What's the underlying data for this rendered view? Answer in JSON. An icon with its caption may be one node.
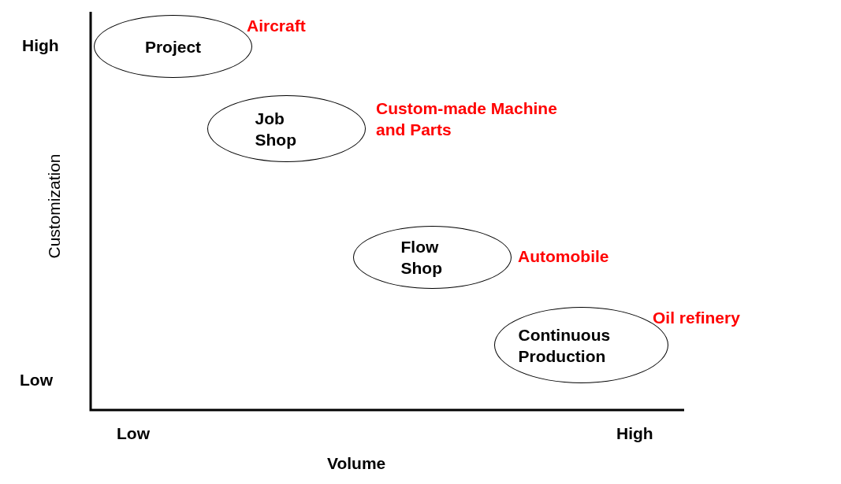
{
  "diagram": {
    "nodes": [
      {
        "text": [
          "Project"
        ],
        "beside": [
          "Aircraft"
        ]
      },
      {
        "text": [
          "Job Shop"
        ],
        "beside": [
          "Custom-made Machine and Parts"
        ]
      },
      {
        "text": [
          "Flow Shop"
        ],
        "beside": [
          "Automobile"
        ]
      },
      {
        "text": [
          "Continuous Production"
        ],
        "beside": [
          "Oil refinery"
        ]
      }
    ],
    "edges": [],
    "labels": [
      "High",
      "Customization",
      "Low",
      "Low",
      "High",
      "Volume"
    ]
  }
}
